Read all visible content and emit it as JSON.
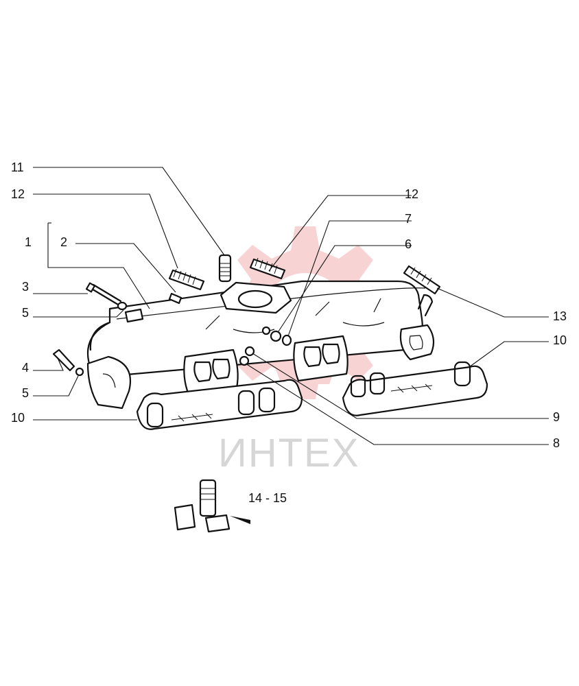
{
  "watermark": {
    "text": "ИНТЕХ",
    "color": "#e8a0a0"
  },
  "callouts": [
    {
      "id": "c11a",
      "label": "11"
    },
    {
      "id": "c12a",
      "label": "12"
    },
    {
      "id": "c1",
      "label": "1"
    },
    {
      "id": "c2",
      "label": "2"
    },
    {
      "id": "c3",
      "label": "3"
    },
    {
      "id": "c5a",
      "label": "5"
    },
    {
      "id": "c4",
      "label": "4"
    },
    {
      "id": "c5b",
      "label": "5"
    },
    {
      "id": "c10a",
      "label": "10"
    },
    {
      "id": "c12b",
      "label": "12"
    },
    {
      "id": "c7",
      "label": "7"
    },
    {
      "id": "c6",
      "label": "6"
    },
    {
      "id": "c13",
      "label": "13"
    },
    {
      "id": "c10b",
      "label": "10"
    },
    {
      "id": "c9",
      "label": "9"
    },
    {
      "id": "c8",
      "label": "8"
    }
  ],
  "kit_label": "14 - 15"
}
